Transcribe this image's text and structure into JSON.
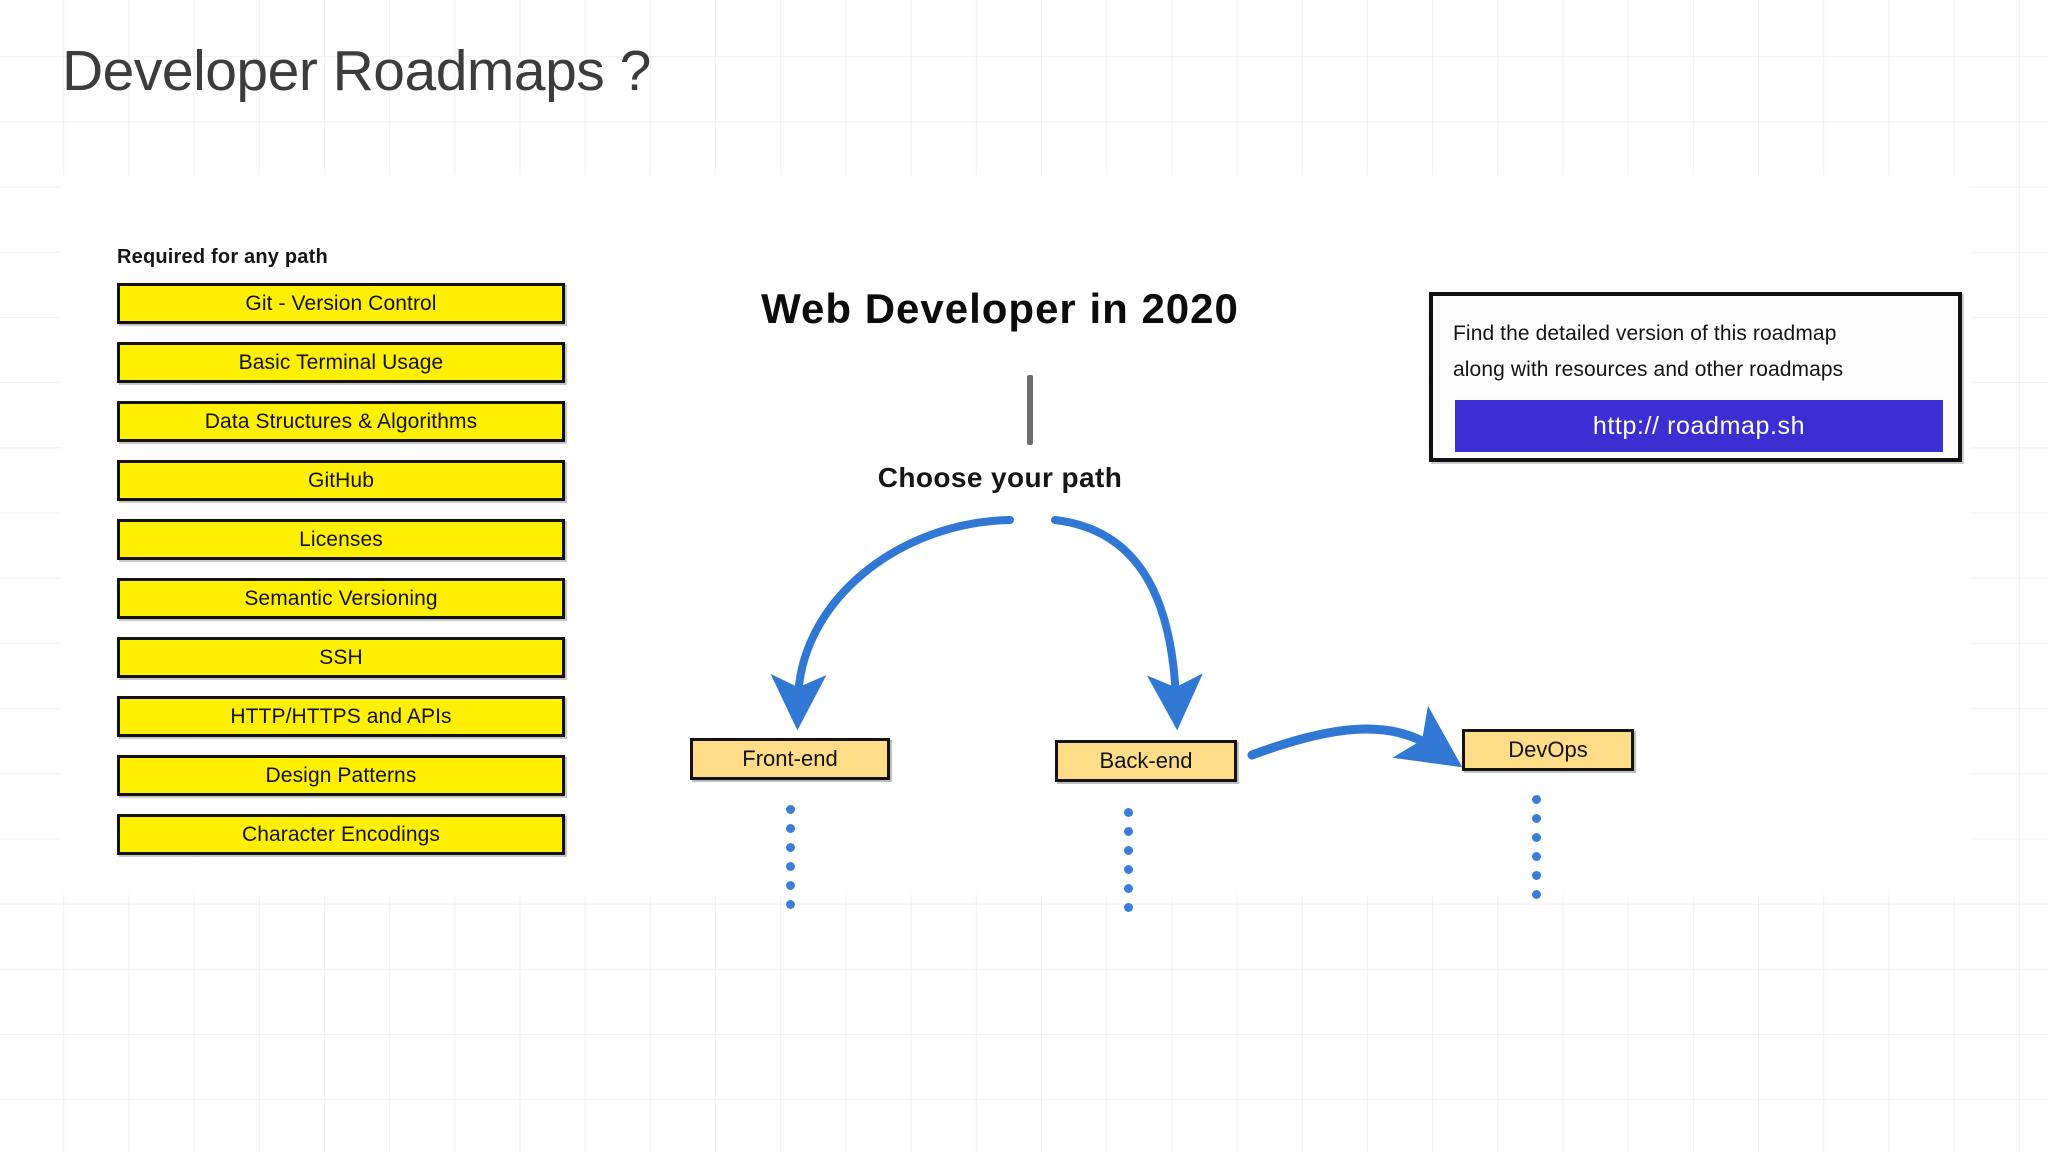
{
  "page": {
    "title": "Developer Roadmaps ?"
  },
  "required_section": {
    "label": "Required for any path",
    "items": [
      {
        "label": "Git - Version Control"
      },
      {
        "label": "Basic Terminal Usage"
      },
      {
        "label": "Data Structures & Algorithms"
      },
      {
        "label": "GitHub"
      },
      {
        "label": "Licenses"
      },
      {
        "label": "Semantic Versioning"
      },
      {
        "label": "SSH"
      },
      {
        "label": "HTTP/HTTPS and APIs"
      },
      {
        "label": "Design Patterns"
      },
      {
        "label": "Character Encodings"
      }
    ]
  },
  "center": {
    "title": "Web Developer in 2020",
    "choose_label": "Choose your path",
    "paths": [
      {
        "label": "Front-end"
      },
      {
        "label": "Back-end"
      },
      {
        "label": "DevOps"
      }
    ]
  },
  "info_box": {
    "line1": "Find the detailed version of this roadmap",
    "line2": "along with resources and other roadmaps",
    "url_label": "http:// roadmap.sh"
  },
  "colors": {
    "required_box_fill": "#ffef00",
    "path_box_fill": "#ffdd88",
    "box_border": "#121212",
    "arrow_blue": "#3b7dd8",
    "url_bar_blue": "#3b2fd4",
    "grid_line": "#f1f0f3",
    "title_gray": "#3c3c3c"
  }
}
